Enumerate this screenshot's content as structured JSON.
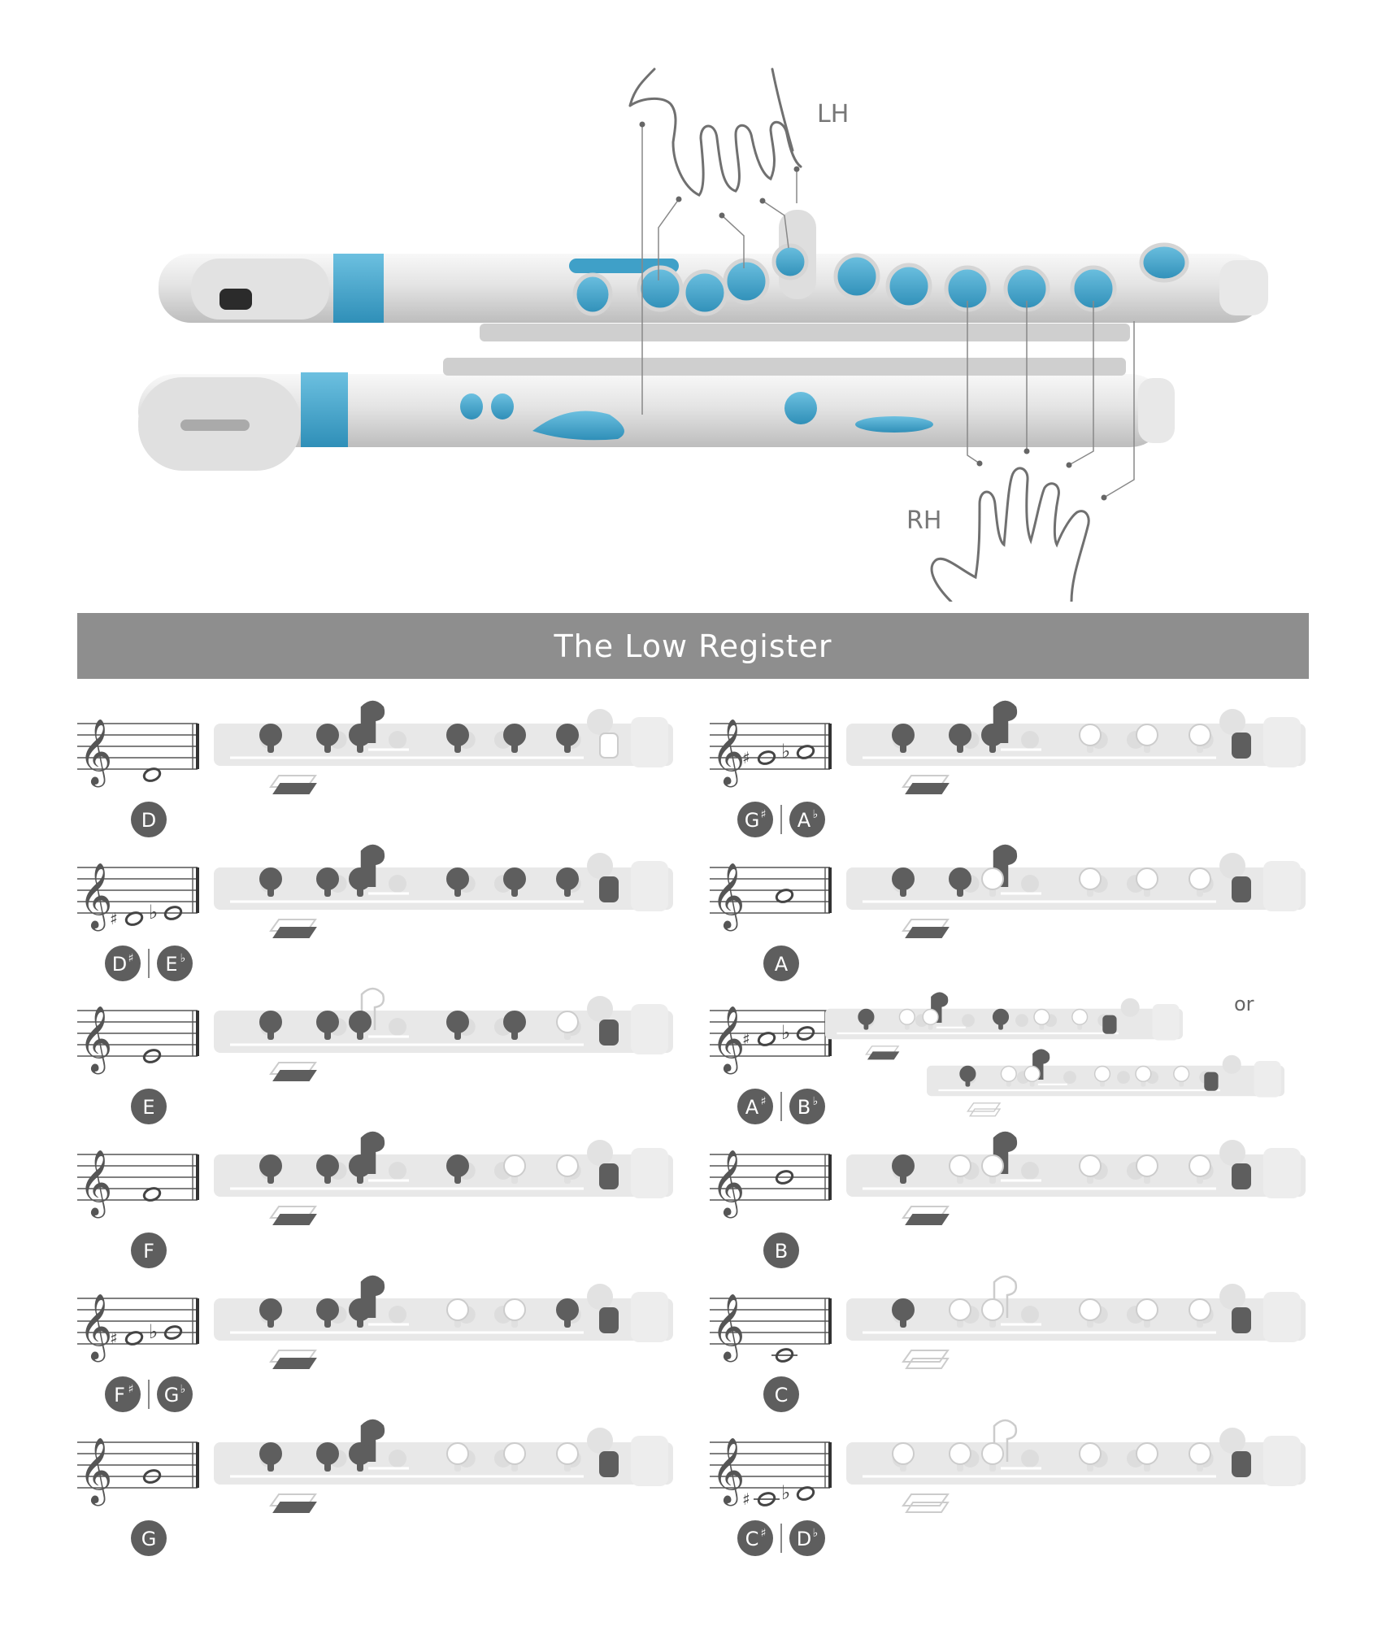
{
  "diagram": {
    "left_hand_label": "LH",
    "right_hand_label": "RH"
  },
  "banner": {
    "title": "The Low Register"
  },
  "colors": {
    "accent": "#3fa0c8",
    "body": "#e8e8e8",
    "banner": "#8e8e8e",
    "closed": "#5e5e5e",
    "badge": "#5e5e5e"
  },
  "fingerings": [
    {
      "id": "D",
      "labels": [
        "D"
      ],
      "holes": [
        1,
        1,
        1,
        1,
        1,
        1
      ],
      "thumb": 1,
      "pinky": 0,
      "lever": 1
    },
    {
      "id": "G#/Ab",
      "labels": [
        "G#",
        "Ab"
      ],
      "holes": [
        1,
        1,
        1,
        0,
        0,
        0
      ],
      "thumb": 1,
      "pinky": 1,
      "lever": 1
    },
    {
      "id": "D#/Eb",
      "labels": [
        "D#",
        "Eb"
      ],
      "holes": [
        1,
        1,
        1,
        1,
        1,
        1
      ],
      "thumb": 1,
      "pinky": 1,
      "lever": 1
    },
    {
      "id": "A",
      "labels": [
        "A"
      ],
      "holes": [
        1,
        1,
        0,
        0,
        0,
        0
      ],
      "thumb": 1,
      "pinky": 1,
      "lever": 1
    },
    {
      "id": "E",
      "labels": [
        "E"
      ],
      "holes": [
        1,
        1,
        1,
        1,
        1,
        0
      ],
      "thumb": 1,
      "pinky": 1,
      "lever": 0
    },
    {
      "id": "A#/Bb",
      "labels": [
        "A#",
        "Bb"
      ],
      "holes": [
        1,
        0,
        0,
        1,
        0,
        0
      ],
      "thumb": 1,
      "pinky": 1,
      "lever": 1,
      "or_label": "or",
      "alt": {
        "holes": [
          1,
          0,
          0,
          0,
          0,
          0
        ],
        "thumb": 0,
        "pinky": 1,
        "lever": 1
      }
    },
    {
      "id": "F",
      "labels": [
        "F"
      ],
      "holes": [
        1,
        1,
        1,
        1,
        0,
        0
      ],
      "thumb": 1,
      "pinky": 1,
      "lever": 1
    },
    {
      "id": "B",
      "labels": [
        "B"
      ],
      "holes": [
        1,
        0,
        0,
        0,
        0,
        0
      ],
      "thumb": 1,
      "pinky": 1,
      "lever": 1
    },
    {
      "id": "F#/Gb",
      "labels": [
        "F#",
        "Gb"
      ],
      "holes": [
        1,
        1,
        1,
        0,
        0,
        1
      ],
      "thumb": 1,
      "pinky": 1,
      "lever": 1
    },
    {
      "id": "C",
      "labels": [
        "C"
      ],
      "holes": [
        1,
        0,
        0,
        0,
        0,
        0
      ],
      "thumb": 0,
      "pinky": 1,
      "lever": 0
    },
    {
      "id": "G",
      "labels": [
        "G"
      ],
      "holes": [
        1,
        1,
        1,
        0,
        0,
        0
      ],
      "thumb": 1,
      "pinky": 1,
      "lever": 1
    },
    {
      "id": "C#/Db",
      "labels": [
        "C#",
        "Db"
      ],
      "holes": [
        0,
        0,
        0,
        0,
        0,
        0
      ],
      "thumb": 0,
      "pinky": 1,
      "lever": 0
    }
  ]
}
